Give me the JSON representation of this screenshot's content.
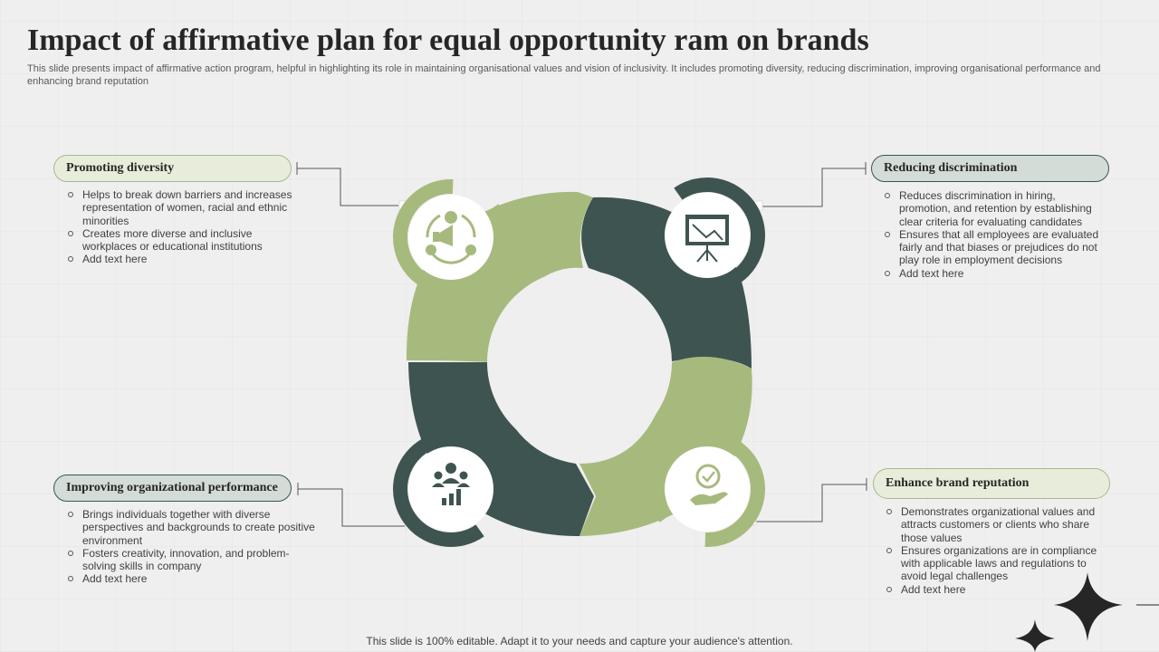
{
  "slide": {
    "title": "Impact of affirmative plan for equal opportunity ram on brands",
    "subtitle": "This slide presents impact of affirmative action program, helpful in highlighting its role in maintaining organisational values and vision of inclusivity. It includes promoting diversity, reducing discrimination, improving organisational performance and enhancing brand reputation",
    "footer": "This slide is 100% editable. Adapt it to your needs and capture your audience's attention."
  },
  "sections": [
    {
      "heading": "Promoting diversity",
      "icon": "megaphone-cycle-icon",
      "bullets": [
        "Helps to break down barriers and increases representation of women, racial and ethnic minorities",
        "Creates more diverse and inclusive workplaces or educational institutions",
        "Add text here"
      ]
    },
    {
      "heading": "Reducing discrimination",
      "icon": "presentation-board-icon",
      "bullets": [
        "Reduces discrimination in hiring, promotion, and retention by establishing clear criteria for evaluating candidates",
        "Ensures that all employees are evaluated fairly and that biases or prejudices do not play role in employment decisions",
        "Add text here"
      ]
    },
    {
      "heading": "Improving organizational performance",
      "icon": "team-growth-icon",
      "bullets": [
        "Brings individuals together with diverse perspectives and backgrounds to create positive environment",
        "Fosters creativity, innovation, and problem-solving skills in company",
        "Add text here"
      ]
    },
    {
      "heading": "Enhance brand reputation",
      "icon": "hand-holding-badge-icon",
      "bullets": [
        "Demonstrates organizational values and attracts customers or clients who share those values",
        "Ensures organizations are in compliance with applicable laws and regulations to avoid legal challenges",
        "Add text here"
      ]
    }
  ],
  "colors": {
    "light_green": "#a7ba7d",
    "dark_green": "#3e5450",
    "pill_light": "#e7edda",
    "pill_dark": "#d3dcd6"
  }
}
